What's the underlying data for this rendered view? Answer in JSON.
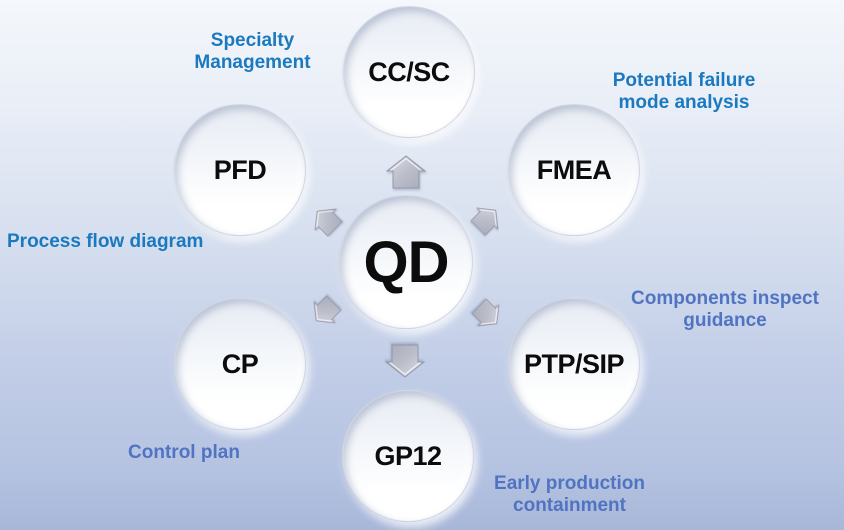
{
  "title": "QD quality tools diagram",
  "colors": {
    "label_strong": "#1b79bf",
    "label_muted": "#5074c1",
    "node_text": "#0c0c0c",
    "arrow_light": "#dcdee6",
    "arrow_dark": "#a7aab8"
  },
  "center": {
    "label": "QD"
  },
  "nodes": [
    {
      "id": "ccsc",
      "label": "CC/SC"
    },
    {
      "id": "pfd",
      "label": "PFD"
    },
    {
      "id": "fmea",
      "label": "FMEA"
    },
    {
      "id": "cp",
      "label": "CP"
    },
    {
      "id": "ptpsip",
      "label": "PTP/SIP"
    },
    {
      "id": "gp12",
      "label": "GP12"
    }
  ],
  "annotations": [
    {
      "id": "specialty",
      "tone": "strong",
      "lines": [
        "Specialty",
        "Management"
      ]
    },
    {
      "id": "potential",
      "tone": "strong",
      "lines": [
        "Potential failure",
        "mode analysis"
      ]
    },
    {
      "id": "process",
      "tone": "strong",
      "lines": [
        "Process flow diagram"
      ]
    },
    {
      "id": "components",
      "tone": "muted",
      "lines": [
        "Components inspect",
        "guidance"
      ]
    },
    {
      "id": "control",
      "tone": "muted",
      "lines": [
        "Control plan"
      ]
    },
    {
      "id": "early",
      "tone": "muted",
      "lines": [
        "Early production",
        "containment"
      ]
    }
  ]
}
